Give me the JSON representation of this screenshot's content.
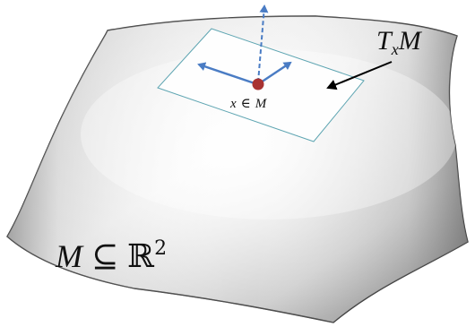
{
  "figure": {
    "tangent_space_label": {
      "script": "T",
      "sub": "x",
      "manifold": "M"
    },
    "point_label": {
      "var": "x",
      "in": "∈",
      "manifold": "M"
    },
    "manifold_label": {
      "manifold": "M",
      "subset": "⊆",
      "space": "ℝ",
      "exp": "2"
    },
    "colors": {
      "surface_light": "#f7f7f7",
      "surface_dark": "#8c8c8c",
      "plane": "#ffffff",
      "plane_edge": "#5aa3b0",
      "vectors": "#4a7cc4",
      "point": "#a83232",
      "pointer_arrow": "#000000"
    },
    "icons": [
      "dashed-normal-arrow",
      "tangent-vector-left",
      "tangent-vector-right",
      "pointer-arrow"
    ]
  }
}
